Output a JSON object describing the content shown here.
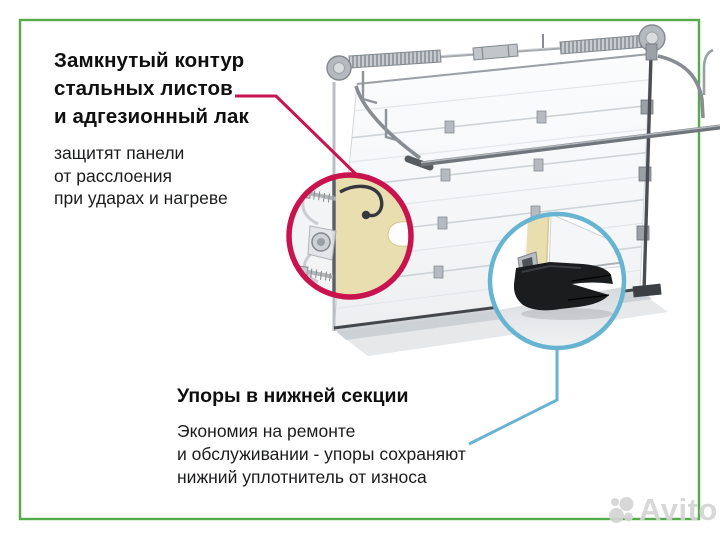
{
  "page": {
    "background_color": "#ffffff",
    "frame_color": "#55ab4a"
  },
  "feature_top": {
    "accent_color": "#c8134e",
    "title_lines": [
      "Замкнутый контур",
      "стальных листов",
      "и адгезионный лак"
    ],
    "body_lines": [
      "защитят панели",
      "от расслоения",
      "при ударах и нагреве"
    ]
  },
  "feature_bottom": {
    "accent_color": "#67b4d2",
    "title": "Упоры в нижней секции",
    "body_lines": [
      "Экономия на ремонте",
      "и обслуживании - упоры сохраняют",
      "нижний уплотнитель от износа"
    ]
  },
  "illustration": {
    "subject": "sectional-garage-door-with-callouts",
    "door_color": "#f7f8fa",
    "metal_color": "#8e949a",
    "foam_core_color": "#e9deb0",
    "rubber_seal_color": "#1b1c1e",
    "panel_callout_border": "#c8134e",
    "seal_callout_border": "#67b4d2"
  },
  "watermark": {
    "brand": "Avito",
    "color": "#d4d4d4",
    "logo_icon": "avito-dots-logo"
  }
}
